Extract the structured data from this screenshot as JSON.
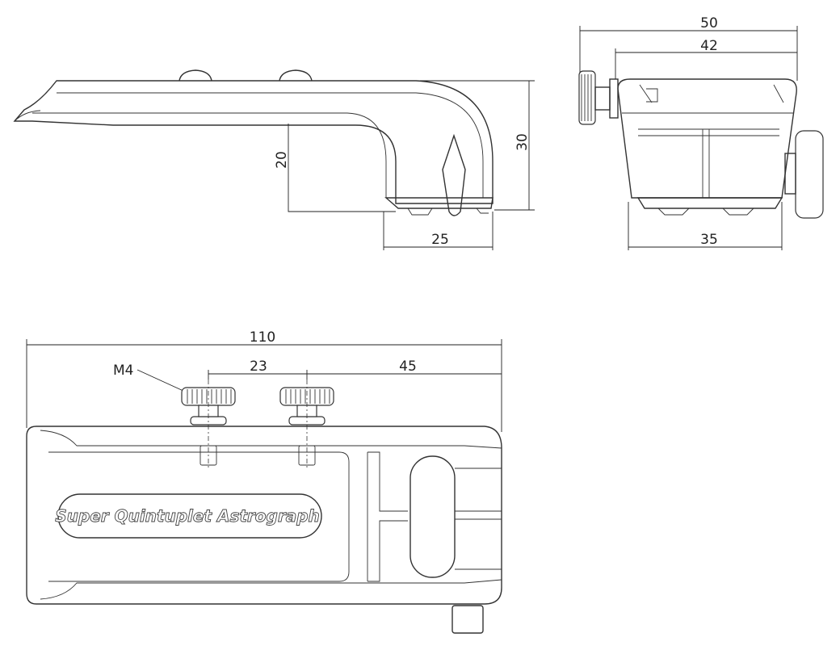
{
  "side_view": {
    "dim_height_total": "30",
    "dim_inner_height": "20",
    "dim_foot_width": "25"
  },
  "front_view": {
    "dim_overall_width": "50",
    "dim_body_width": "42",
    "dim_base_width": "35"
  },
  "top_view": {
    "dim_length": "110",
    "dim_screw_spacing": "23",
    "dim_screw_to_end": "45",
    "thread_label": "M4",
    "engraving": "Super Quintuplet Astrograph"
  }
}
